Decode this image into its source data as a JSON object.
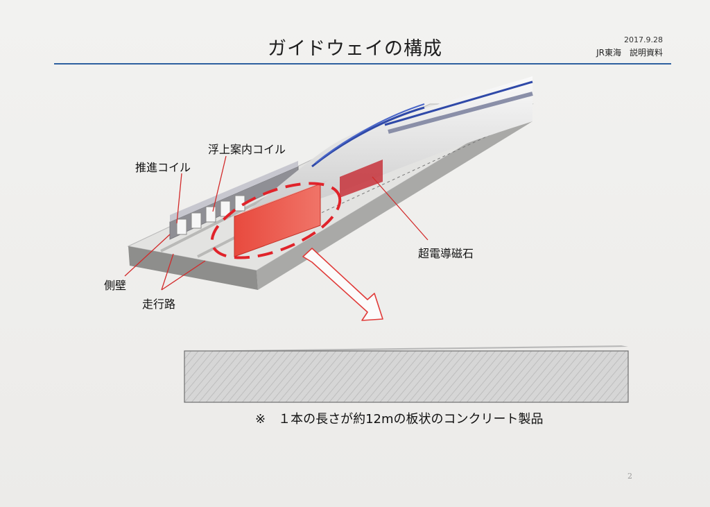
{
  "header": {
    "title": "ガイドウェイの構成",
    "date": "2017.9.28",
    "org": "JR東海　説明資料"
  },
  "labels": {
    "propulsion_coil": "推進コイル",
    "levitation_coil": "浮上案内コイル",
    "superconducting_magnet": "超電導磁石",
    "side_wall": "側壁",
    "running_path": "走行路"
  },
  "note": "※　１本の長さが約12mの板状のコンクリート製品",
  "page_number": "2",
  "colors": {
    "rule": "#2d5f9f",
    "highlight": "#e23a2f",
    "annotation": "#d22a2a"
  }
}
